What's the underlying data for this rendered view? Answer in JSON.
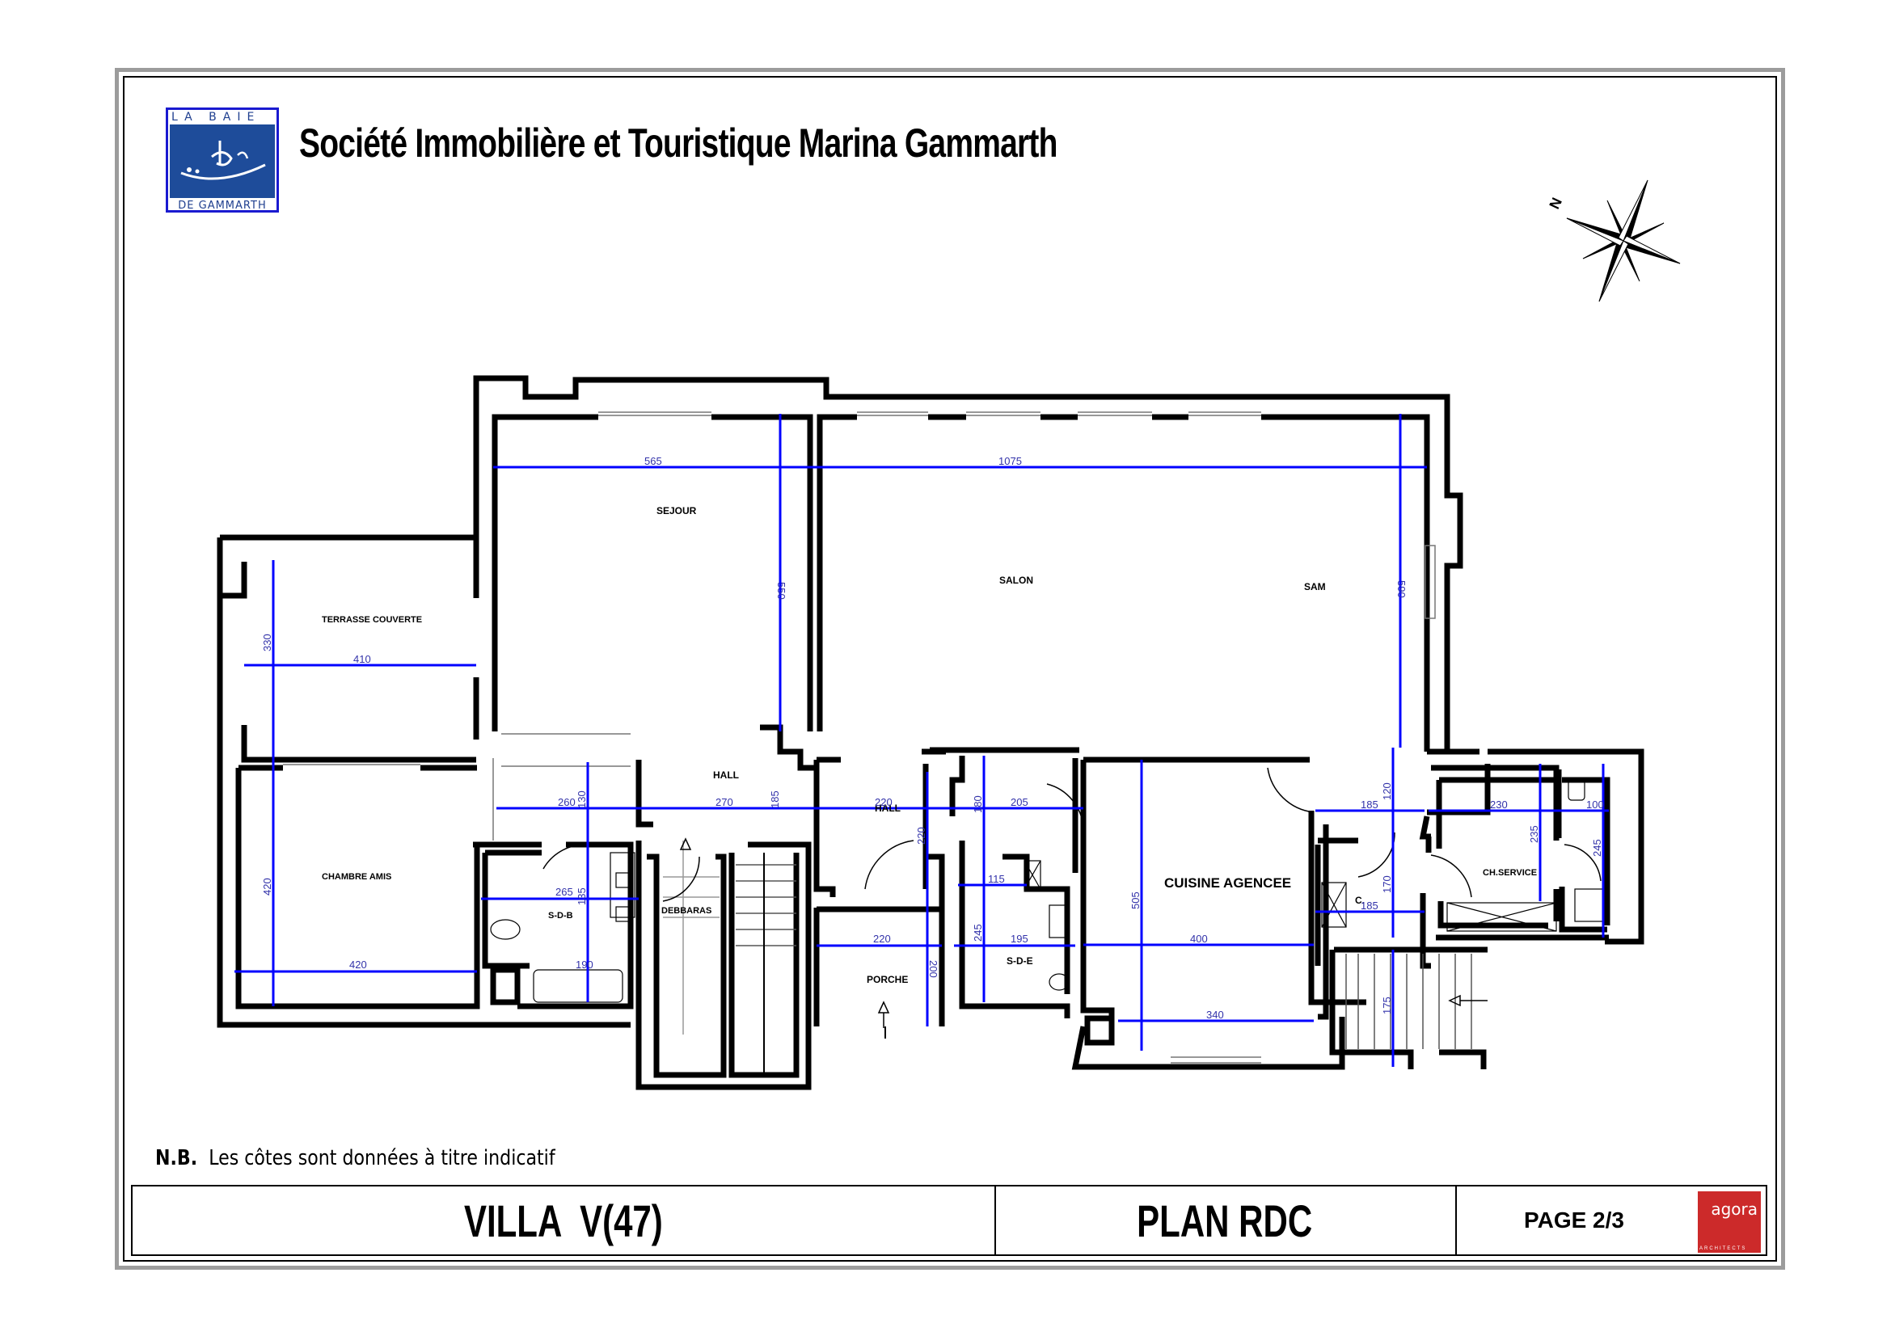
{
  "header": {
    "company_title": "Société Immobilière et Touristique Marina Gammarth",
    "logo": {
      "top_text": "LA BAIE",
      "bottom_text": "DE GAMMARTH",
      "brand_color": "#1e4c9a"
    },
    "compass": {
      "icon": "compass-rose-icon",
      "north_label": "N"
    }
  },
  "plan": {
    "rooms": [
      {
        "key": "sejour",
        "label": "SEJOUR"
      },
      {
        "key": "salon",
        "label": "SALON"
      },
      {
        "key": "sam",
        "label": "SAM"
      },
      {
        "key": "terrasse",
        "label": "TERRASSE COUVERTE"
      },
      {
        "key": "chambre",
        "label": "CHAMBRE AMIS"
      },
      {
        "key": "sdb",
        "label": "S-D-B"
      },
      {
        "key": "hall1",
        "label": "HALL"
      },
      {
        "key": "hall2",
        "label": "HALL"
      },
      {
        "key": "debbaras",
        "label": "DEBBARAS"
      },
      {
        "key": "porche",
        "label": "PORCHE"
      },
      {
        "key": "sde",
        "label": "S-D-E"
      },
      {
        "key": "cuisine",
        "label": "CUISINE AGENCEE"
      },
      {
        "key": "c",
        "label": "C."
      },
      {
        "key": "chservice",
        "label": "CH.SERVICE"
      }
    ],
    "dimensions": {
      "sejour_w": "565",
      "sejour_h": "550",
      "salon_w": "1075",
      "salon_h": "590",
      "terrasse_w": "410",
      "terrasse_h": "330",
      "chambre_w": "420",
      "chambre_h": "420",
      "hall_w1": "260",
      "hall_v1": "130",
      "hall_w2": "270",
      "hall_v2": "185",
      "hall2_w": "220",
      "hall2_v": "220",
      "sdb_w": "265",
      "sdb_v": "135",
      "bath_w": "190",
      "porche_w": "220",
      "porche_h": "200",
      "sde_v1": "180",
      "sde_w1": "205",
      "sde_w2": "115",
      "sde_v2": "245",
      "sde_w3": "195",
      "cuisine_h": "505",
      "cuisine_w": "400",
      "cuisine_w2": "340",
      "corr_w1": "185",
      "corr_v1": "120",
      "corr_v2": "170",
      "corr_w2": "185",
      "chs_w": "230",
      "chs_h": "235",
      "wc_w": "100",
      "wc_h": "245",
      "stair_h": "175"
    },
    "dimension_color": "#0000ff",
    "wall_color": "#000000"
  },
  "note": {
    "prefix": "N.B.",
    "text": "Les côtes sont données à titre indicatif"
  },
  "title_block": {
    "project": "VILLA  V(47)",
    "drawing": "PLAN RDC",
    "page": "PAGE 2/3",
    "architect": {
      "name": "agora",
      "sub": "ARCHITECTS",
      "color": "#cc2a2a"
    }
  }
}
